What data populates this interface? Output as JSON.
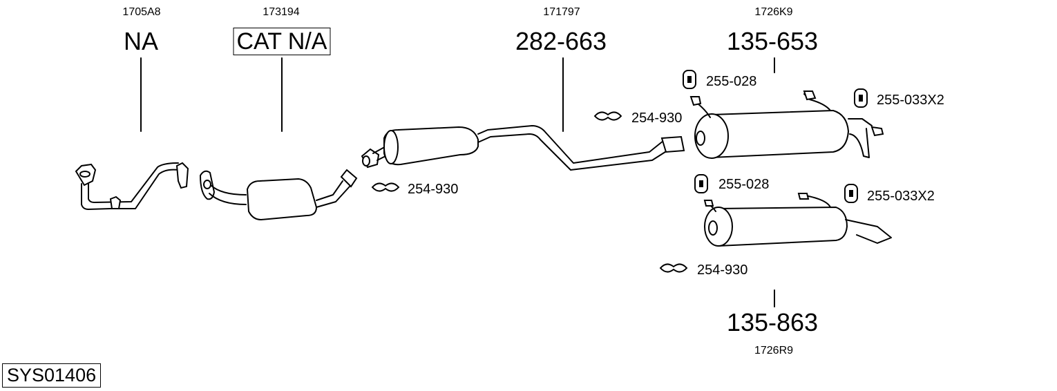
{
  "parts": [
    {
      "code": "1705A8",
      "label": "NA",
      "boxed": false
    },
    {
      "code": "173194",
      "label": "CAT N/A",
      "boxed": true
    },
    {
      "code": "171797",
      "label": "282-663",
      "boxed": false
    },
    {
      "code": "1726K9",
      "label": "135-653",
      "boxed": false
    },
    {
      "code": "1726R9",
      "label": "135-863",
      "boxed": false
    }
  ],
  "accessories": {
    "clamp_front": "254-930",
    "clamp_mid": "254-930",
    "clamp_rear": "254-930",
    "mount_upper_left": "255-028",
    "mount_upper_right": "255-033X2",
    "mount_lower_left": "255-028",
    "mount_lower_right": "255-033X2"
  },
  "system_id": "SYS01406"
}
